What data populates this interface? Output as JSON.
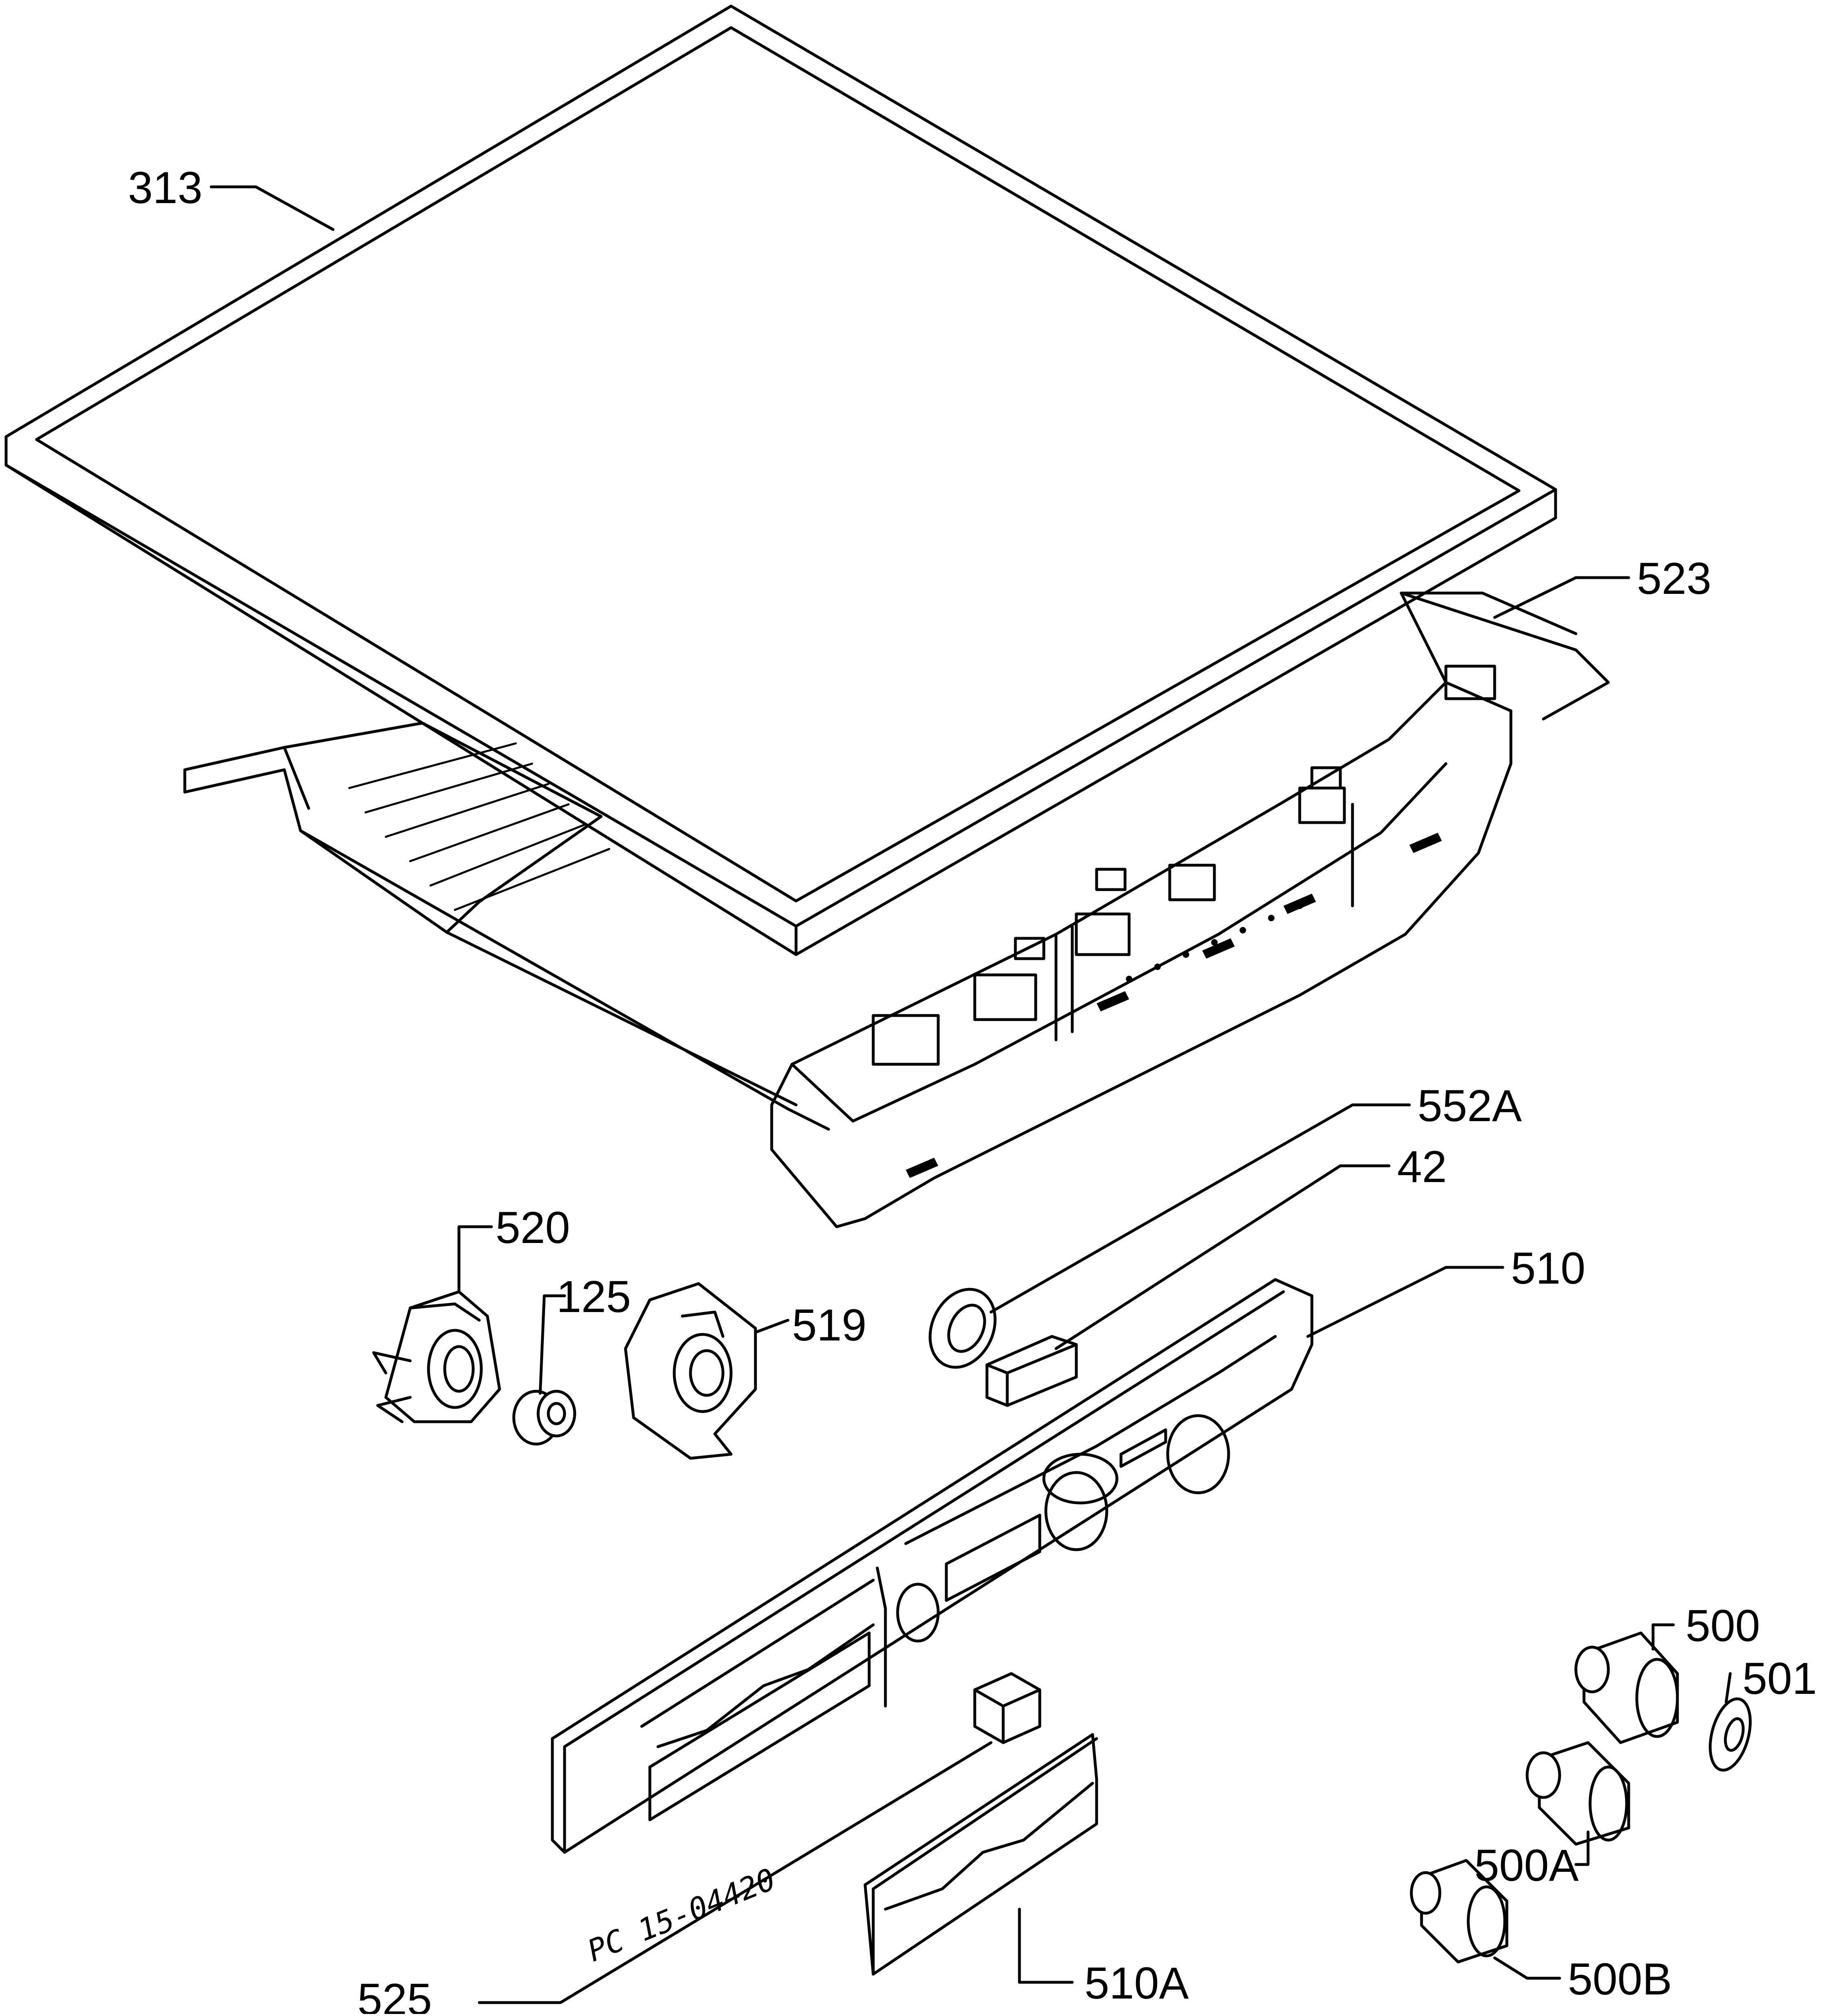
{
  "labels": {
    "313": "313",
    "523": "523",
    "552A": "552A",
    "42": "42",
    "520": "520",
    "125": "125",
    "519": "519",
    "510": "510",
    "500": "500",
    "501": "501",
    "500A": "500A",
    "500B": "500B",
    "510A": "510A",
    "525": "525"
  },
  "drawing_code": "PC 15-04420"
}
